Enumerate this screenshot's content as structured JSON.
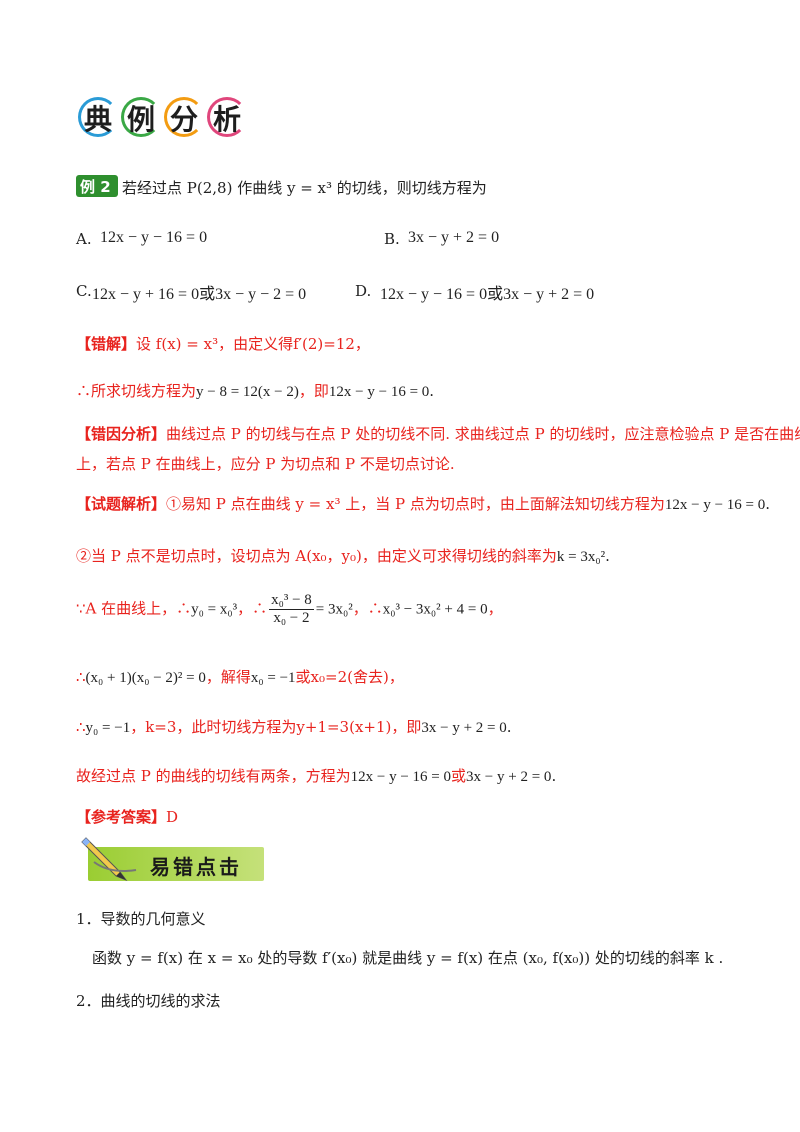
{
  "header": {
    "chars": [
      "典",
      "例",
      "分",
      "析"
    ],
    "colors": [
      "#2a9bd6",
      "#3aa845",
      "#f39c12",
      "#e0467c"
    ]
  },
  "example": {
    "badge": "例 2",
    "stem": "若经过点 P(2,8) 作曲线 y = x³ 的切线，则切线方程为"
  },
  "options": {
    "a_label": "A.",
    "a_text": "12x − y − 16 = 0",
    "b_label": "B.",
    "b_text": "3x − y + 2 = 0",
    "c_label": "C.",
    "c_text": "12x − y + 16 = 0或3x − y − 2 = 0",
    "d_label": "D.",
    "d_text": "12x − y − 16 = 0或3x − y + 2 = 0"
  },
  "wrong_solution": {
    "label": "【错解】",
    "line1": "设 f(x) = x³，由定义得f′(2)=12，",
    "line2_prefix": "∴所求切线方程为",
    "line2_math": "y − 8 = 12(x − 2)",
    "line2_mid": "，即",
    "line2_math2": "12x − y − 16 = 0",
    "line2_end": "."
  },
  "error_analysis": {
    "label": "【错因分析】",
    "line1": "曲线过点 P 的切线与在点 P 处的切线不同. 求曲线过点 P 的切线时，应注意检验点 P 是否在曲线",
    "line2": "上，若点 P 在曲线上，应分 P 为切点和 P 不是切点讨论."
  },
  "solution": {
    "label": "【试题解析】",
    "s1_text": "①易知 P 点在曲线 y = x³ 上，当 P 点为切点时，由上面解法知切线方程为",
    "s1_math": "12x − y − 16 = 0",
    "s1_end": ".",
    "s2_text": "②当 P 点不是切点时，设切点为 A(x₀，y₀)，由定义可求得切线的斜率为",
    "s2_math": "k = 3x₀²",
    "s2_end": ".",
    "s3_a": "∵A 在曲线上，∴",
    "s3_m1": "y₀ = x₀³",
    "s3_b": "，∴",
    "s3_num": "x₀³ − 8",
    "s3_den": "x₀ − 2",
    "s3_m2": "= 3x₀²",
    "s3_c": "，∴",
    "s3_m3": "x₀³ − 3x₀² + 4 = 0",
    "s3_d": "，",
    "s4_a": "∴",
    "s4_m1": "(x₀ + 1)(x₀ − 2)² = 0",
    "s4_b": "，解得",
    "s4_m2": "x₀ = −1",
    "s4_c": "或x₀=2(舍去)，",
    "s5_a": "∴",
    "s5_m1": "y₀ = −1",
    "s5_b": "，k=3，此时切线方程为y+1=3(x+1)，即",
    "s5_m2": "3x − y + 2 = 0",
    "s5_end": ".",
    "s6_a": "故经过点 P 的曲线的切线有两条，方程为",
    "s6_m1": "12x − y − 16 = 0",
    "s6_b": "或",
    "s6_m2": "3x − y + 2 = 0",
    "s6_end": "."
  },
  "answer": {
    "label": "【参考答案】",
    "value": "D"
  },
  "tips": {
    "banner": "易错点击",
    "item1_title": "1．导数的几何意义",
    "item1_text": "函数 y = f(x) 在 x = x₀ 处的导数 f′(x₀) 就是曲线 y = f(x) 在点 (x₀, f(x₀)) 处的切线的斜率 k .",
    "item2_title": "2．曲线的切线的求法"
  }
}
